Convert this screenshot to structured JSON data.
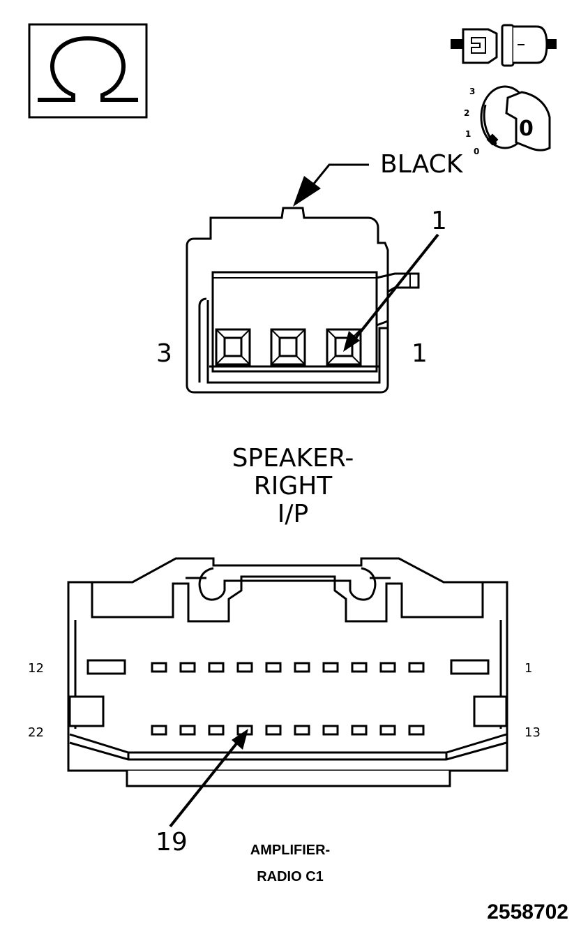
{
  "icons": {
    "ohm": "ohm-symbol-icon",
    "disconnect": "connector-disconnected-icon",
    "ignition": "ignition-key-icon"
  },
  "ignition": {
    "positions": [
      "3",
      "2",
      "1",
      "0"
    ],
    "key_position": "0"
  },
  "speaker_connector": {
    "color_callout": "BLACK",
    "callout_pin": "1",
    "left_pin": "3",
    "right_pin": "1",
    "title_lines": [
      "SPEAKER-",
      "RIGHT",
      "I/P"
    ]
  },
  "amplifier_connector": {
    "top_left_pin": "12",
    "top_right_pin": "1",
    "bottom_left_pin": "22",
    "bottom_right_pin": "13",
    "callout_pin": "19",
    "title_lines": [
      "AMPLIFIER-",
      "RADIO C1"
    ]
  },
  "figure_id": "2558702"
}
